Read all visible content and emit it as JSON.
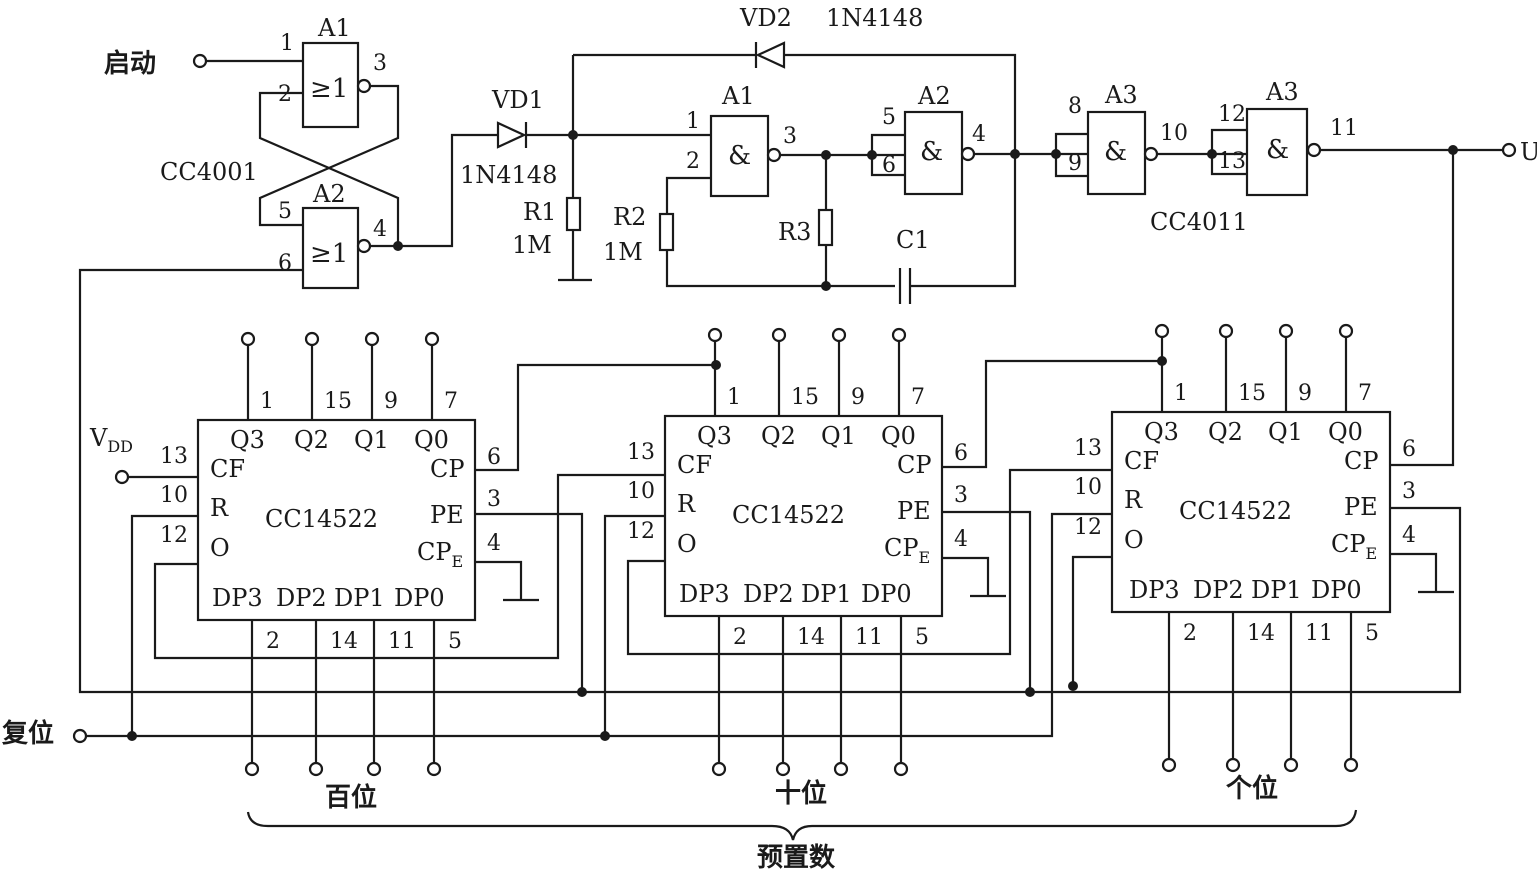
{
  "gates": {
    "nor1": {
      "label": "A1",
      "symbol": "≥1",
      "pins": [
        "1",
        "2",
        "3"
      ]
    },
    "nor2": {
      "label": "A2",
      "symbol": "≥1",
      "pins": [
        "5",
        "6",
        "4"
      ]
    },
    "nor_chip": "CC4001",
    "nand1": {
      "label": "A1",
      "symbol": "&",
      "pins": [
        "1",
        "2",
        "3"
      ]
    },
    "nand2": {
      "label": "A2",
      "symbol": "&",
      "pins": [
        "5",
        "6",
        "4"
      ]
    },
    "nand3": {
      "label": "A3",
      "symbol": "&",
      "pins": [
        "8",
        "9",
        "10"
      ]
    },
    "nand4": {
      "label": "A3",
      "symbol": "&",
      "pins": [
        "12",
        "13",
        "11"
      ]
    },
    "nand_chip": "CC4011"
  },
  "components": {
    "vd1": "VD1",
    "vd1_part": "1N4148",
    "vd2": "VD2",
    "vd2_part": "1N4148",
    "r1": "R1",
    "r1_value": "1M",
    "r2": "R2",
    "r2_value": "1M",
    "r3": "R3",
    "c1": "C1"
  },
  "terminals": {
    "start": "启动",
    "reset": "复位",
    "vdd_main": "V",
    "vdd_sub": "DD",
    "out_main": "U",
    "out_sub": "o"
  },
  "counter": {
    "chip": "CC14522",
    "top_outputs": [
      "Q3",
      "Q2",
      "Q1",
      "Q0"
    ],
    "top_pins": [
      "1",
      "15",
      "9",
      "7"
    ],
    "left_inputs": [
      "CF",
      "R",
      "O"
    ],
    "left_pins": [
      "13",
      "10",
      "12"
    ],
    "right_labels": [
      "CP",
      "PE",
      "CP",
      "E"
    ],
    "right_pins": [
      "6",
      "3",
      "4"
    ],
    "bottom_inputs": [
      "DP3",
      "DP2",
      "DP1",
      "DP0"
    ],
    "bottom_pins": [
      "2",
      "14",
      "11",
      "5"
    ]
  },
  "digits": {
    "hundreds": "百位",
    "tens": "十位",
    "units": "个位",
    "preset": "预置数"
  }
}
